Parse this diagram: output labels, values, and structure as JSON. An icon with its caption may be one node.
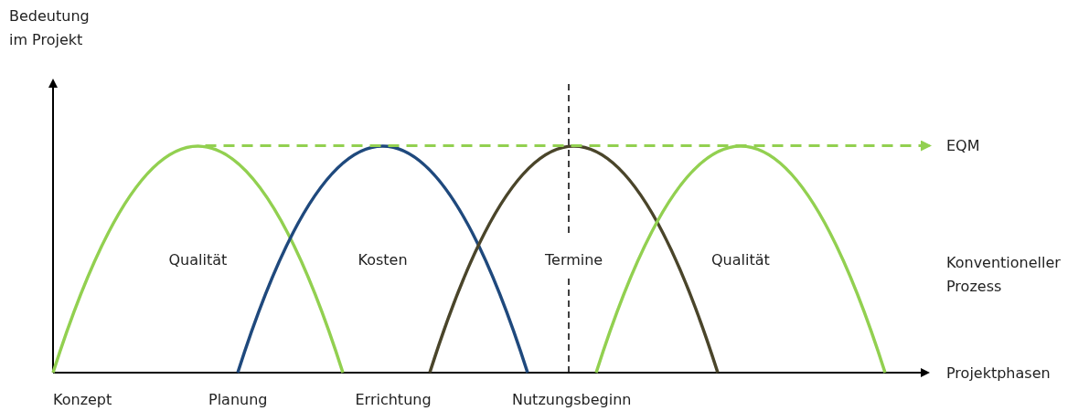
{
  "diagram": {
    "nodes": [
      {
        "text": [
          "Qualität"
        ]
      },
      {
        "text": [
          "Kosten"
        ]
      },
      {
        "text": [
          "Termine"
        ]
      },
      {
        "text": [
          "Qualität"
        ]
      },
      {
        "text": [
          "EQM"
        ]
      }
    ],
    "edges": [
      {
        "from": 0,
        "to": 4,
        "arrow": "to",
        "style": "dashed",
        "color": "#92d050"
      }
    ],
    "labels": [
      "Bedeutung im Projekt",
      "Konventioneller Prozess",
      "Projektphasen",
      "Konzept",
      "Planung",
      "Errichtung",
      "Nutzungsbeginn"
    ]
  }
}
